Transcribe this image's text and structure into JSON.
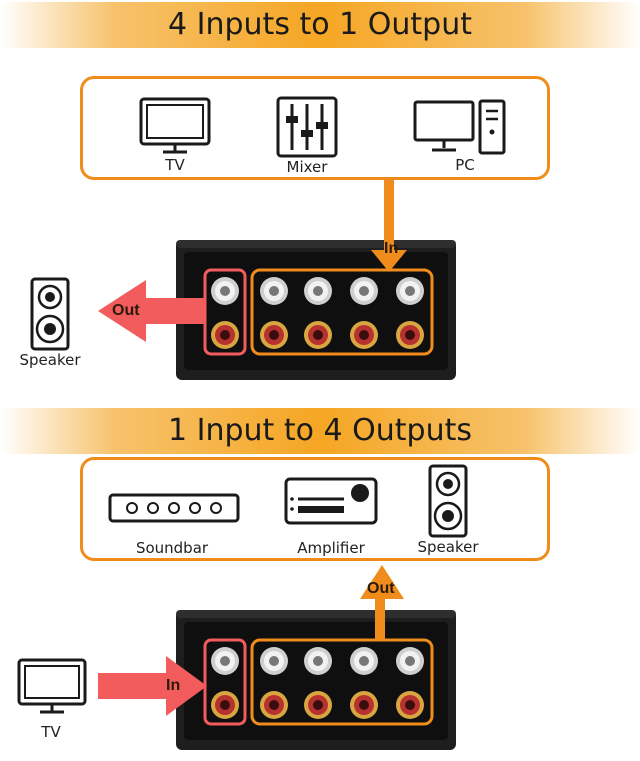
{
  "section_top": {
    "title": "4 Inputs to 1 Output",
    "devices": [
      {
        "label": "TV",
        "icon": "tv-icon"
      },
      {
        "label": "Mixer",
        "icon": "mixer-icon"
      },
      {
        "label": "PC",
        "icon": "pc-icon"
      }
    ],
    "in_label": "In",
    "out_label": "Out",
    "output_device": {
      "label": "Speaker",
      "icon": "speaker-icon"
    }
  },
  "section_bottom": {
    "title": "1 Input to 4 Outputs",
    "devices": [
      {
        "label": "Soundbar",
        "icon": "soundbar-icon"
      },
      {
        "label": "Amplifier",
        "icon": "amplifier-icon"
      },
      {
        "label": "Speaker",
        "icon": "speaker-icon"
      }
    ],
    "in_label": "In",
    "out_label": "Out",
    "input_device": {
      "label": "TV",
      "icon": "tv-icon"
    }
  },
  "colors": {
    "accent_orange": "#f08c1c",
    "banner_orange": "#f5a623",
    "arrow_red": "#f25c5c",
    "switch_body": "#222222",
    "jack_white": "#e6e6e6",
    "jack_red": "#b7312f"
  }
}
